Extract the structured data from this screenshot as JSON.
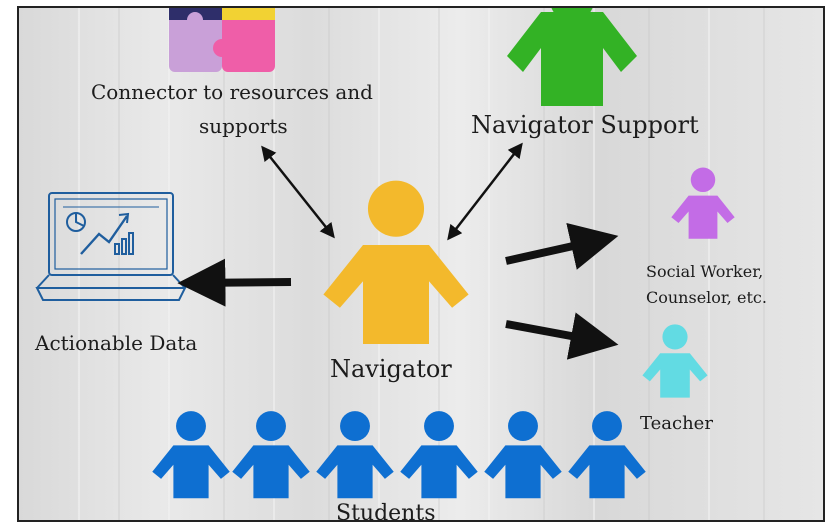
{
  "colors": {
    "background": "#e2e2e2",
    "navigator": "#f3b92c",
    "navigator_support": "#33b225",
    "social_worker": "#c36ce6",
    "teacher": "#62dbe3",
    "students": "#0e6fd1",
    "arrow": "#111111",
    "laptop": "#1f5e9e"
  },
  "icons": [
    "puzzle-icon",
    "laptop-chart-icon",
    "person-icon"
  ],
  "labels": {
    "connector_line1": "Connector to resources and",
    "connector_line2": "supports",
    "navigator_support": "Navigator Support",
    "social_worker_line1": "Social Worker,",
    "social_worker_line2": "Counselor, etc.",
    "actionable_data": "Actionable Data",
    "navigator": "Navigator",
    "teacher": "Teacher",
    "students": "Students"
  }
}
